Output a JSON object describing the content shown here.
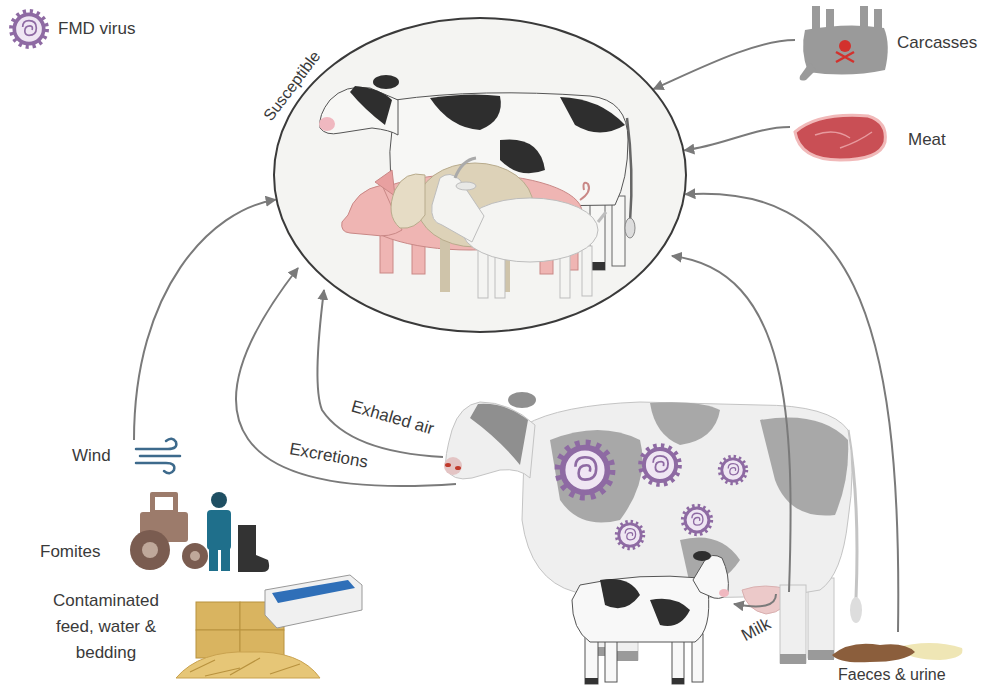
{
  "diagram": {
    "nodes": [
      {
        "text": [
          "Susceptible"
        ]
      },
      {
        "text": [
          "Carcasses"
        ]
      },
      {
        "text": [
          "Meat"
        ]
      },
      {
        "text": [
          "Wind"
        ]
      },
      {
        "text": [
          "Faeces & urine"
        ]
      }
    ],
    "edges": [
      {
        "from": 1,
        "to": 0,
        "arrow": "to"
      },
      {
        "from": 2,
        "to": 0,
        "arrow": "to"
      },
      {
        "from": 3,
        "to": 0,
        "arrow": "to"
      },
      {
        "from": 4,
        "to": 0,
        "arrow": "to"
      }
    ],
    "labels": [
      "Exhaled air",
      "Excretions",
      "Fomites",
      "Contaminated feed, water & bedding",
      "Milk"
    ],
    "legend": [
      {
        "text": "FMD virus"
      }
    ]
  }
}
